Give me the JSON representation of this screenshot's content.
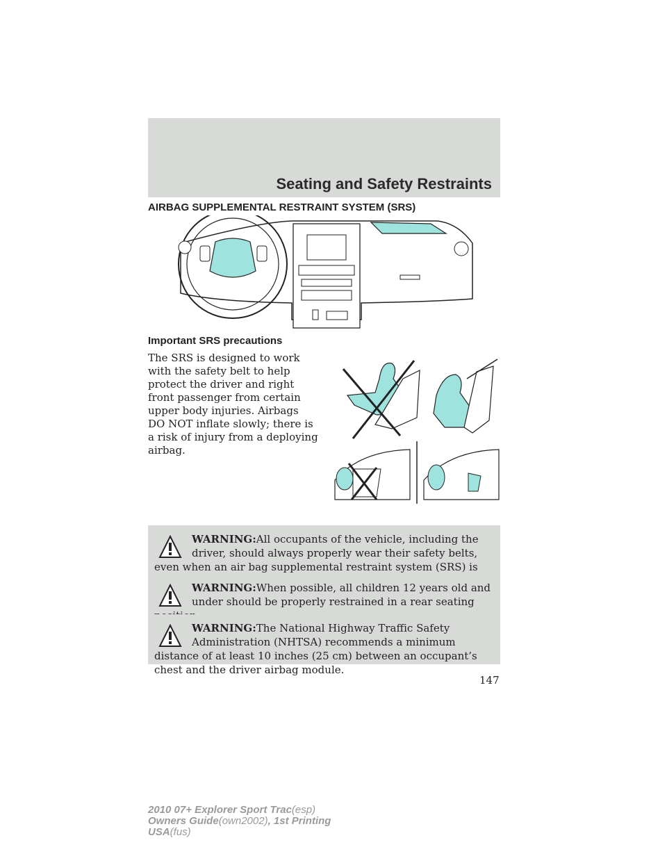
{
  "header": {
    "title": "Seating and Safety Restraints"
  },
  "section": {
    "title": "AIRBAG SUPPLEMENTAL RESTRAINT SYSTEM (SRS)"
  },
  "precautions": {
    "title": "Important SRS precautions",
    "body": "The SRS is designed to work with the safety belt to help protect the driver and right front passenger from certain upper body injuries. Airbags DO NOT inflate slowly; there is a risk of injury from a deploying airbag."
  },
  "warnings": [
    {
      "label": "WARNING:",
      "text": "All occupants of the vehicle, including the driver, should always properly wear their safety belts, even when an air bag supplemental restraint system (SRS) is provided."
    },
    {
      "label": "WARNING:",
      "text": "When possible, all children 12 years old and under should be properly restrained in a rear seating position."
    },
    {
      "label": "WARNING:",
      "text": "The National Highway Traffic Safety Administration (NHTSA) recommends a minimum distance of at least 10 inches (25 cm) between an occupant’s chest and the driver airbag module."
    }
  ],
  "page_number": "147",
  "footer": {
    "line1_bold": "2010 07+ Explorer Sport Trac",
    "line1_rest": "(esp)",
    "line2_bold": "Owners Guide",
    "line2_mid": "(own2002)",
    "line2_bold2": ", 1st Printing",
    "line3_bold": "USA",
    "line3_rest": "(fus)"
  },
  "colors": {
    "band": "#d8dad8",
    "airbag": "#9fe3df",
    "footer": "#9a9a9a"
  },
  "icons": [
    "warning-triangle-icon"
  ]
}
